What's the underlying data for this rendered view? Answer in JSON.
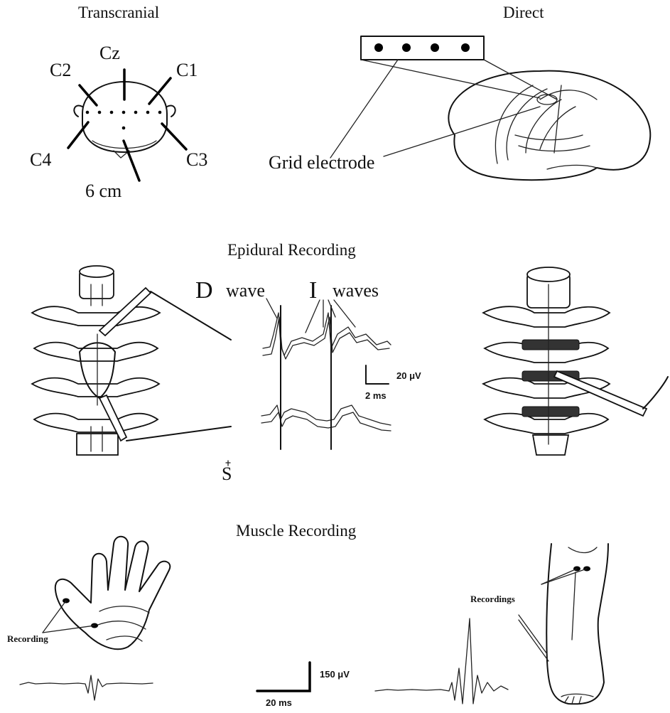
{
  "sections": {
    "transcranial": {
      "title": "Transcranial"
    },
    "direct": {
      "title": "Direct"
    },
    "epidural": {
      "title": "Epidural Recording"
    },
    "muscle": {
      "title": "Muscle Recording"
    }
  },
  "transcranial_labels": {
    "cz": "Cz",
    "c1": "C1",
    "c2": "C2",
    "c3": "C3",
    "c4": "C4",
    "distance": "6 cm"
  },
  "direct_labels": {
    "grid": "Grid electrode"
  },
  "epidural_labels": {
    "d": "D",
    "wave": "wave",
    "i": "I",
    "waves": "waves",
    "amplitude_scale": "20 μV",
    "time_scale": "2 ms",
    "stimulus": "S"
  },
  "muscle_labels": {
    "hand_recording": "Recording",
    "leg_recordings": "Recordings",
    "amplitude_scale": "150 μV",
    "time_scale": "20 ms"
  },
  "colors": {
    "ink": "#111111",
    "background": "#ffffff"
  }
}
